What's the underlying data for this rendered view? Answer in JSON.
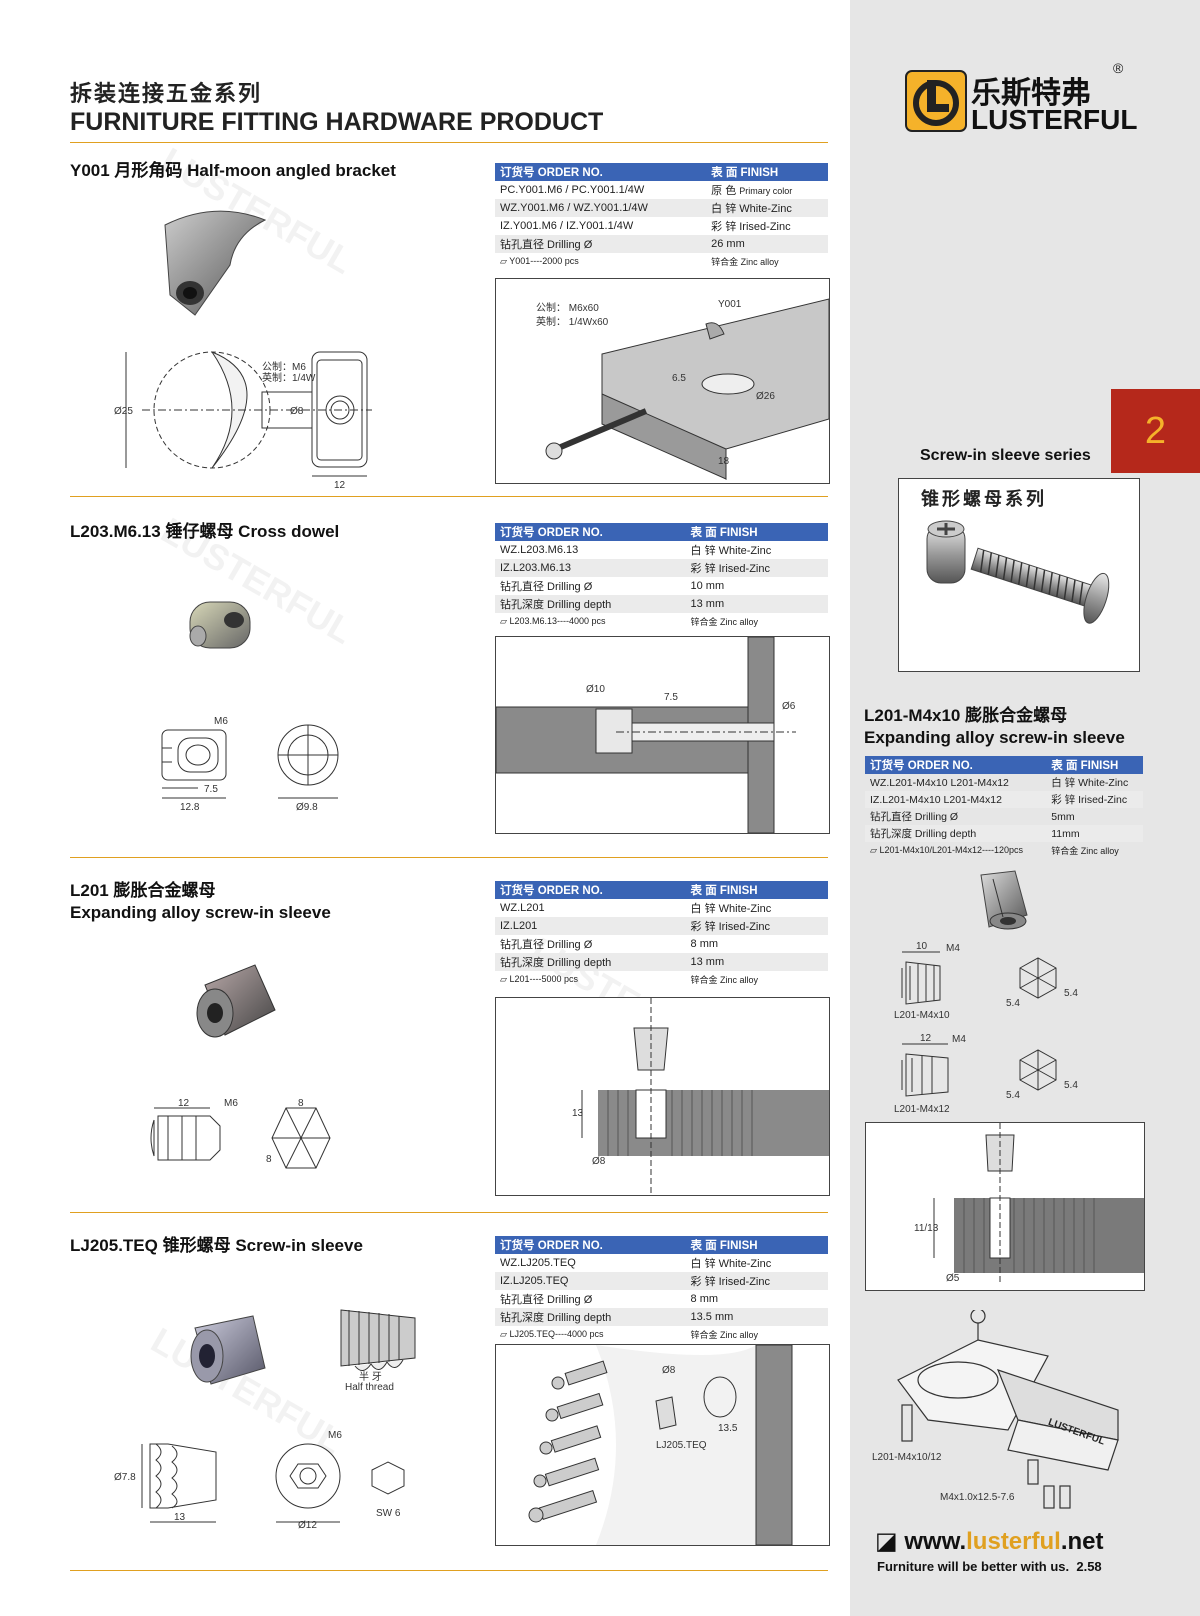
{
  "header": {
    "title_cn": "拆装连接五金系列",
    "title_en": "FURNITURE FITTING HARDWARE PRODUCT"
  },
  "brand": {
    "name_cn": "乐斯特弗",
    "name_en": "LUSTERFUL",
    "registered": "®",
    "accent_color": "#f5b22a"
  },
  "tab": {
    "number": "2",
    "series_label": "Screw-in sleeve series",
    "series_cn": "锥形螺母系列",
    "color": "#b5281b"
  },
  "products": [
    {
      "title": "Y001 月形角码 Half-moon angled bracket",
      "header_order": "订货号 ORDER NO.",
      "header_finish": "表 面 FINISH",
      "rows": [
        {
          "order": "PC.Y001.M6    /    PC.Y001.1/4W",
          "finish": "原 色",
          "finish_small": "Primary color"
        },
        {
          "order": "WZ.Y001.M6    /    WZ.Y001.1/4W",
          "finish": "白 锌 White-Zinc",
          "finish_small": ""
        },
        {
          "order": "IZ.Y001.M6    /    IZ.Y001.1/4W",
          "finish": "彩 锌 Irised-Zinc",
          "finish_small": ""
        },
        {
          "order": "钻孔直径 Drilling Ø",
          "finish": "26 mm",
          "finish_small": ""
        }
      ],
      "pack": "Y001----2000 pcs",
      "material": "锌合金 Zinc alloy",
      "dims": {
        "d25": "Ø25",
        "d8": "Ø8",
        "w12": "12",
        "metric": "公制：M6",
        "imperial": "英制：1/4W"
      },
      "install": {
        "metric": "公制：  M6x60",
        "imperial": "英制：  1/4Wx60",
        "part": "Y001",
        "d26": "Ø26",
        "d65": "6.5",
        "t18": "18"
      }
    },
    {
      "title": "L203.M6.13 锤仔螺母 Cross dowel",
      "header_order": "订货号 ORDER NO.",
      "header_finish": "表 面 FINISH",
      "rows": [
        {
          "order": "WZ.L203.M6.13",
          "finish": "白 锌 White-Zinc",
          "finish_small": ""
        },
        {
          "order": "IZ.L203.M6.13",
          "finish": "彩 锌 Irised-Zinc",
          "finish_small": ""
        },
        {
          "order": "钻孔直径 Drilling Ø",
          "finish": "10 mm",
          "finish_small": ""
        },
        {
          "order": "钻孔深度 Drilling depth",
          "finish": "13 mm",
          "finish_small": ""
        }
      ],
      "pack": "L203.M6.13----4000 pcs",
      "material": "锌合金 Zinc alloy",
      "dims": {
        "m6": "M6",
        "l75": "7.5",
        "l128": "12.8",
        "d98": "Ø9.8"
      },
      "install": {
        "d10": "Ø10",
        "l75": "7.5",
        "d6": "Ø6"
      }
    },
    {
      "title": "L201 膨胀合金螺母",
      "title2": "Expanding alloy screw-in sleeve",
      "header_order": "订货号 ORDER NO.",
      "header_finish": "表 面 FINISH",
      "rows": [
        {
          "order": "WZ.L201",
          "finish": "白 锌 White-Zinc",
          "finish_small": ""
        },
        {
          "order": "IZ.L201",
          "finish": "彩 锌 Irised-Zinc",
          "finish_small": ""
        },
        {
          "order": "钻孔直径 Drilling Ø",
          "finish": "8 mm",
          "finish_small": ""
        },
        {
          "order": "钻孔深度 Drilling depth",
          "finish": "13 mm",
          "finish_small": ""
        }
      ],
      "pack": "L201----5000 pcs",
      "material": "锌合金 Zinc alloy",
      "dims": {
        "l12": "12",
        "m6": "M6",
        "h8a": "8",
        "h8b": "8"
      },
      "install": {
        "d13": "13",
        "d8": "Ø8"
      }
    },
    {
      "title": "LJ205.TEQ 锥形螺母 Screw-in sleeve",
      "header_order": "订货号 ORDER NO.",
      "header_finish": "表 面 FINISH",
      "rows": [
        {
          "order": "WZ.LJ205.TEQ",
          "finish": "白 锌 White-Zinc",
          "finish_small": ""
        },
        {
          "order": "IZ.LJ205.TEQ",
          "finish": "彩 锌 Irised-Zinc",
          "finish_small": ""
        },
        {
          "order": "钻孔直径 Drilling Ø",
          "finish": "8 mm",
          "finish_small": ""
        },
        {
          "order": "钻孔深度 Drilling depth",
          "finish": "13.5 mm",
          "finish_small": ""
        }
      ],
      "pack": "LJ205.TEQ----4000 pcs",
      "material": "锌合金 Zinc alloy",
      "dims": {
        "half_cn": "半  牙",
        "half_en": "Half thread",
        "m6": "M6",
        "d78": "Ø7.8",
        "l13": "13",
        "d12": "Ø12",
        "sw": "SW 6"
      },
      "install": {
        "d8": "Ø8",
        "l135": "13.5",
        "part": "LJ205.TEQ"
      }
    }
  ],
  "side_product": {
    "title": "L201-M4x10 膨胀合金螺母",
    "title2": "Expanding alloy screw-in sleeve",
    "header_order": "订货号 ORDER NO.",
    "header_finish": "表 面 FINISH",
    "rows": [
      {
        "order": "WZ.L201-M4x10    L201-M4x12",
        "finish": "白 锌 White-Zinc"
      },
      {
        "order": "IZ.L201-M4x10    L201-M4x12",
        "finish": "彩 锌 Irised-Zinc"
      },
      {
        "order": "钻孔直径 Drilling Ø",
        "finish": "5mm"
      },
      {
        "order": "钻孔深度 Drilling depth",
        "finish": "11mm"
      }
    ],
    "pack": "L201-M4x10/L201-M4x12----120pcs",
    "material": "锌合金 Zinc alloy",
    "dims": {
      "l10": "10",
      "m4a": "M4",
      "w54a": "5.4",
      "w54b": "5.4",
      "name1": "L201-M4x10",
      "l12": "12",
      "m4b": "M4",
      "w54c": "5.4",
      "w54d": "5.4",
      "name2": "L201-M4x12"
    },
    "install": {
      "d1113": "11/13",
      "d5": "Ø5"
    },
    "hinge": {
      "label1": "L201-M4x10/12",
      "label2": "M4x1.0x12.5-7.6",
      "brand": "LUSTERFUL"
    }
  },
  "footer": {
    "url_pre": "www.",
    "url_mid": "lusterful",
    "url_post": ".net",
    "slogan": "Furniture will be better with us.",
    "page": "2.58"
  }
}
